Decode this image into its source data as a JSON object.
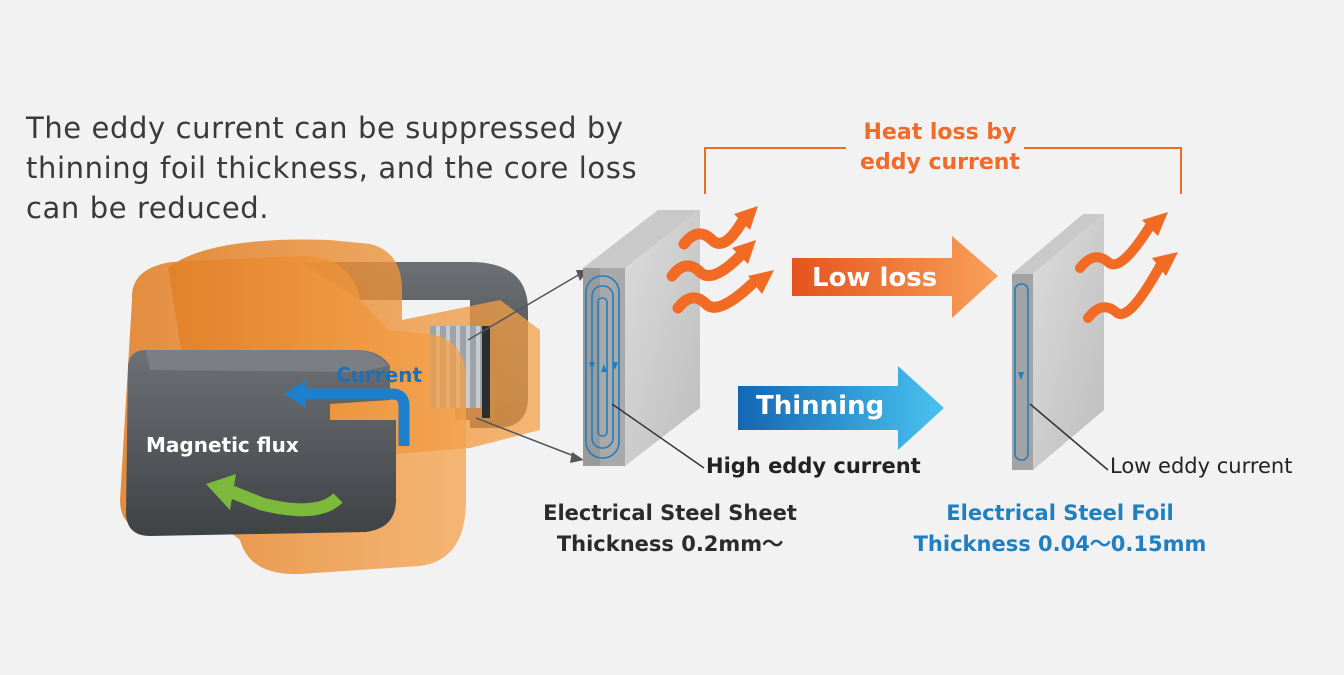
{
  "intro": {
    "line1": "The eddy current can be suppressed by",
    "line2": "thinning foil thickness, and the core loss",
    "line3": "can be reduced."
  },
  "heat_loss": {
    "line1": "Heat loss by",
    "line2": "eddy current"
  },
  "arrows": {
    "low_loss": "Low loss",
    "thinning": "Thinning"
  },
  "core": {
    "current_label": "Current",
    "flux_label": "Magnetic flux"
  },
  "sheet": {
    "eddy_label": "High eddy current",
    "title": "Electrical Steel Sheet",
    "thickness": "Thickness 0.2mm～"
  },
  "foil": {
    "eddy_label": "Low eddy current",
    "title": "Electrical Steel Foil",
    "thickness": "Thickness 0.04～0.15mm"
  },
  "colors": {
    "background": "#f2f2f2",
    "orange_accent": "#f06a2a",
    "blue_accent": "#1f7fc0",
    "core_grey": "#555a5e",
    "flux_green": "#7dba3c"
  }
}
